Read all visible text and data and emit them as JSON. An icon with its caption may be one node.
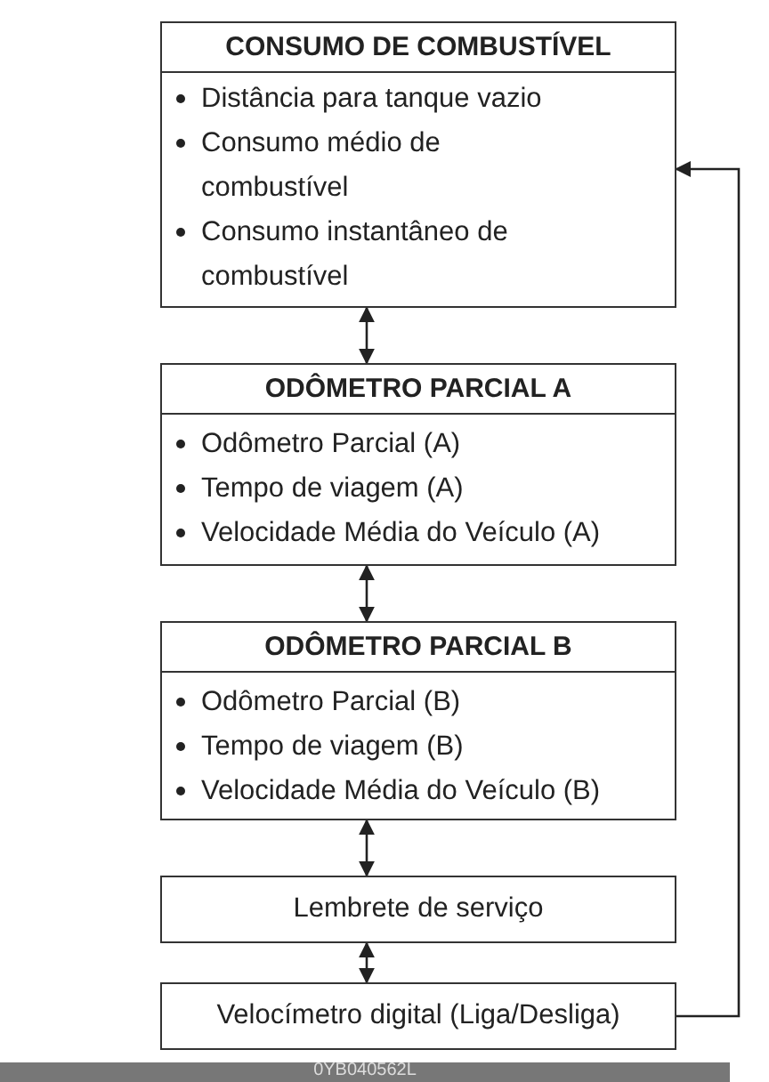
{
  "diagram": {
    "nodes": [
      {
        "text": [
          "CONSUMO DE COMBUSTÍVEL",
          "Distância para tanque vazio",
          "Consumo médio de combustível",
          "Consumo instantâneo de combustível"
        ]
      },
      {
        "text": [
          "ODÔMETRO PARCIAL A",
          "Odômetro Parcial (A)",
          "Tempo de viagem (A)",
          "Velocidade Média do Veículo (A)"
        ]
      },
      {
        "text": [
          "ODÔMETRO PARCIAL B",
          "Odômetro Parcial (B)",
          "Tempo de viagem (B)",
          "Velocidade Média do Veículo (B)"
        ]
      },
      {
        "text": [
          "Lembrete de serviço"
        ]
      },
      {
        "text": [
          "Velocímetro digital (Liga/Desliga)"
        ]
      }
    ],
    "edges": [
      {
        "from": 0,
        "to": 1,
        "arrow": "both"
      },
      {
        "from": 1,
        "to": 2,
        "arrow": "both"
      },
      {
        "from": 2,
        "to": 3,
        "arrow": "both"
      },
      {
        "from": 3,
        "to": 4,
        "arrow": "both"
      },
      {
        "from": 4,
        "to": 0,
        "arrow": "to"
      }
    ],
    "labels": [
      "0YB040562L"
    ]
  }
}
